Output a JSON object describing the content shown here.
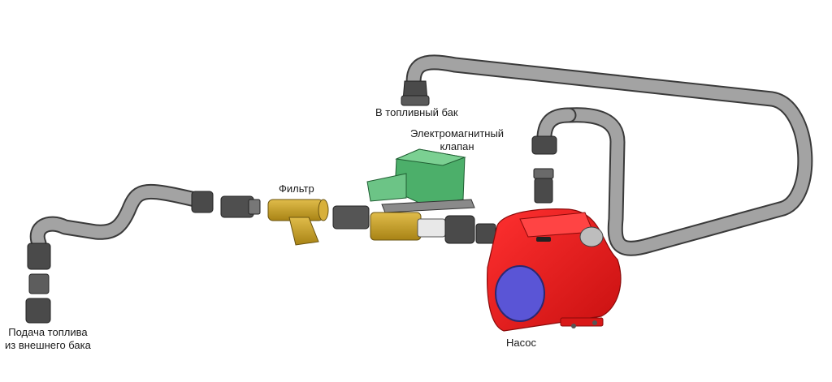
{
  "labels": {
    "to_tank": "В топливный бак",
    "valve_line1": "Электромагнитный",
    "valve_line2": "клапан",
    "filter": "Фильтр",
    "supply_line1": "Подача топлива",
    "supply_line2": "из внешнего бака",
    "pump": "Насос"
  },
  "colors": {
    "pipe": "#a3a3a3",
    "pipe_stroke": "#3a3a3a",
    "fitting": "#4a4a4a",
    "filter_brass": "#c9a12a",
    "valve_green": "#4caf6a",
    "pump_red": "#ee1c1c",
    "pump_window": "#5a55d6"
  },
  "icons": [
    "pipe-icon",
    "fitting-icon",
    "filter-icon",
    "solenoid-valve-icon",
    "pump-icon"
  ]
}
